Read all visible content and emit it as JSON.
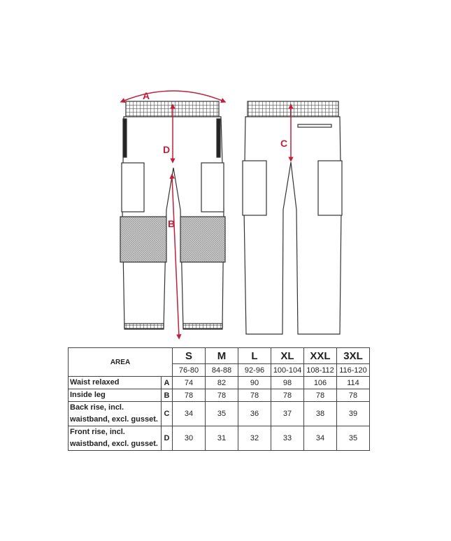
{
  "diagram": {
    "labels": {
      "A": "A",
      "B": "B",
      "C": "C",
      "D": "D"
    },
    "views": [
      "front",
      "back"
    ],
    "accent_color": "#c0203a"
  },
  "table": {
    "area_header": "AREA",
    "sizes": [
      "S",
      "M",
      "L",
      "XL",
      "XXL",
      "3XL"
    ],
    "ranges": [
      "76-80",
      "84-88",
      "92-96",
      "100-104",
      "108-112",
      "116-120"
    ],
    "rows": [
      {
        "label": "Waist relaxed",
        "code": "A",
        "values": [
          "74",
          "82",
          "90",
          "98",
          "106",
          "114"
        ]
      },
      {
        "label": "Inside leg",
        "code": "B",
        "values": [
          "78",
          "78",
          "78",
          "78",
          "78",
          "78"
        ]
      },
      {
        "label": "Back rise, incl. waistband, excl. gusset.",
        "code": "C",
        "values": [
          "34",
          "35",
          "36",
          "37",
          "38",
          "39"
        ]
      },
      {
        "label": "Front rise, incl. waistband, excl. gusset.",
        "code": "D",
        "values": [
          "30",
          "31",
          "32",
          "33",
          "34",
          "35"
        ]
      }
    ]
  }
}
